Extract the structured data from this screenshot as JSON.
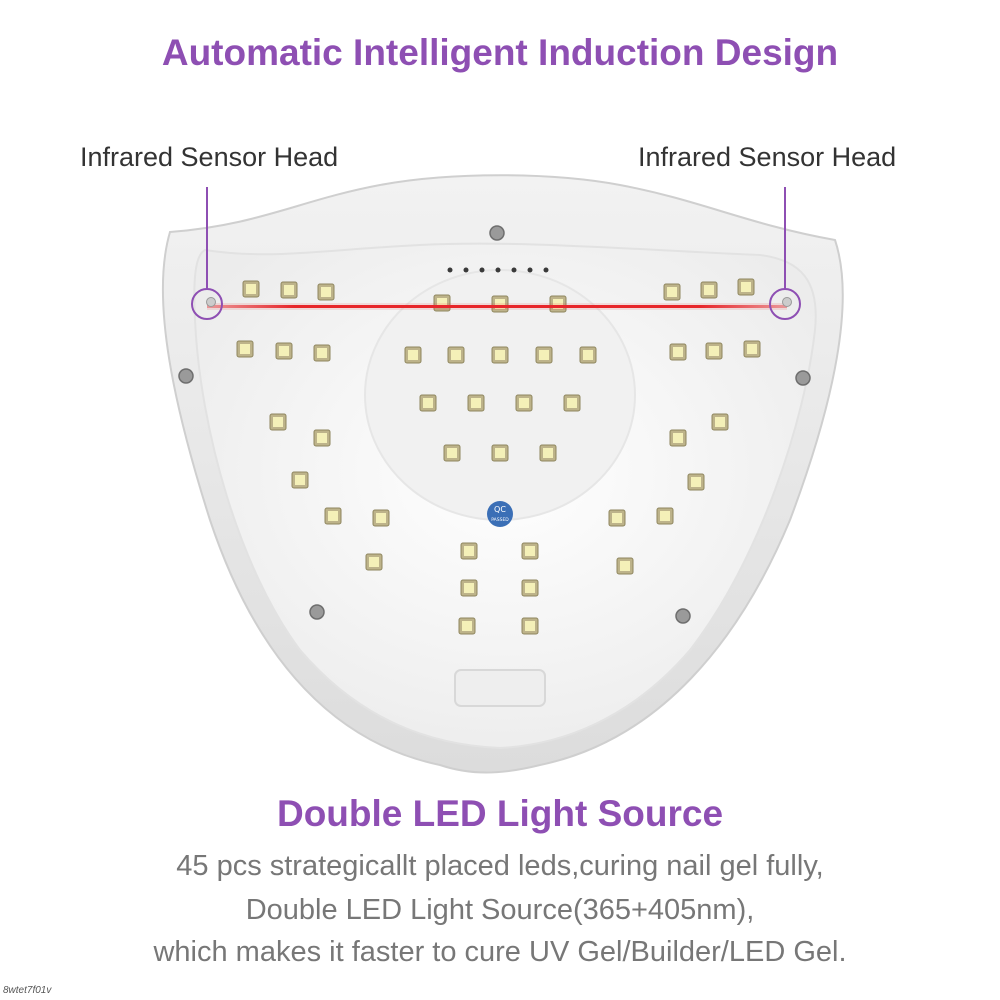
{
  "header": {
    "title": "Automatic Intelligent Induction Design"
  },
  "callouts": {
    "left_label": "Infrared Sensor Head",
    "right_label": "Infrared Sensor Head"
  },
  "feature": {
    "title": "Double LED Light Source",
    "lines": [
      "45 pcs strategicallt placed leds,curing nail gel fully,",
      "Double LED Light Source(365+405nm),",
      "which makes it faster to cure UV Gel/Builder/LED Gel."
    ]
  },
  "badge": {
    "line1": "QC",
    "line2": "PASSED"
  },
  "watermark": "8wtet7f01v",
  "colors": {
    "accent": "#8E4FB3",
    "laser": "#E8262B",
    "led": "#F4F0B8",
    "body_text": "#777777"
  }
}
